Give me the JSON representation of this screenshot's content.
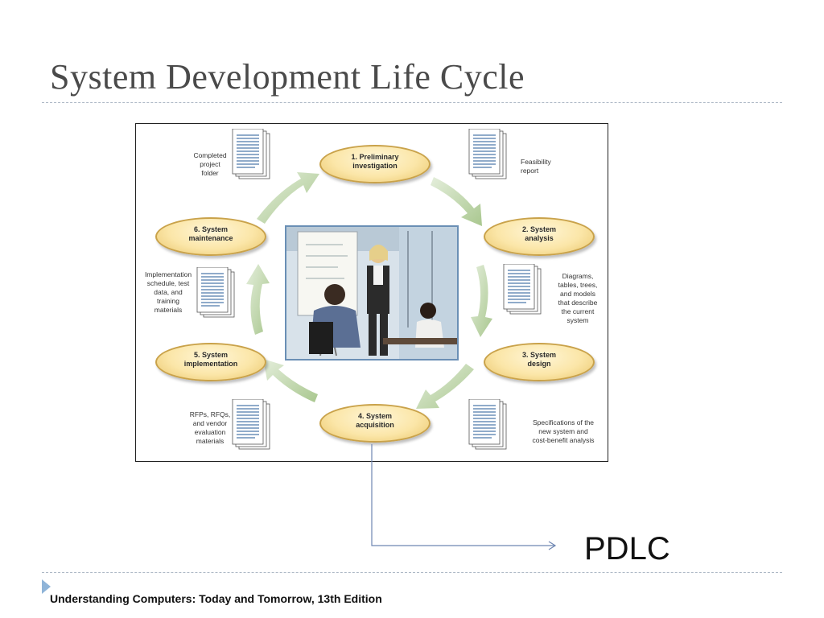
{
  "slide": {
    "title": "System Development Life Cycle",
    "footer": "Understanding Computers: Today and Tomorrow, 13th Edition",
    "callout": "PDLC"
  },
  "diagram": {
    "stages": [
      {
        "label": "1. Preliminary\ninvestigation"
      },
      {
        "label": "2. System\nanalysis"
      },
      {
        "label": "3. System\ndesign"
      },
      {
        "label": "4. System\nacquisition"
      },
      {
        "label": "5. System\nimplementation"
      },
      {
        "label": "6. System\nmaintenance"
      }
    ],
    "outputs": [
      {
        "text": "Feasibility\nreport"
      },
      {
        "text": "Diagrams,\ntables, trees,\nand models\nthat describe\nthe current\nsystem"
      },
      {
        "text": "Specifications of the\nnew system and\ncost-benefit analysis"
      },
      {
        "text": "RFPs, RFQs,\nand vendor\nevaluation\nmaterials"
      },
      {
        "text": "Implementation\nschedule, test\ndata, and\ntraining\nmaterials"
      },
      {
        "text": "Completed\nproject\nfolder"
      }
    ],
    "colors": {
      "stage_fill": "#fbe6a8",
      "stage_border": "#c9a24a",
      "cycle_arrow": "#bcd3a6",
      "document_lines": "#6b8fb8",
      "connector": "#6e86b2"
    }
  }
}
